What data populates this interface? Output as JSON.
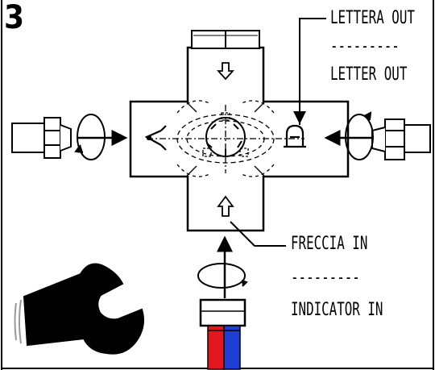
{
  "step": {
    "number": "3"
  },
  "callouts": {
    "letter_out": {
      "italian": "LETTERA OUT",
      "separator": "---------",
      "english": "LETTER OUT"
    },
    "indicator_in": {
      "italian": "FRECCIA IN",
      "separator": "---------",
      "english": "INDICATOR IN"
    }
  },
  "colors": {
    "line": "#000000",
    "background": "#ffffff",
    "cable_red": "#e3171b",
    "cable_blue": "#1f3fd4"
  },
  "icons": [
    "cross-connector-body",
    "left-fitting-icon",
    "right-fitting-icon",
    "rotate-arrow-icon",
    "wrench-icon",
    "colored-cable-icon",
    "arrow-indicator-icon",
    "letter-indicator-icon"
  ]
}
